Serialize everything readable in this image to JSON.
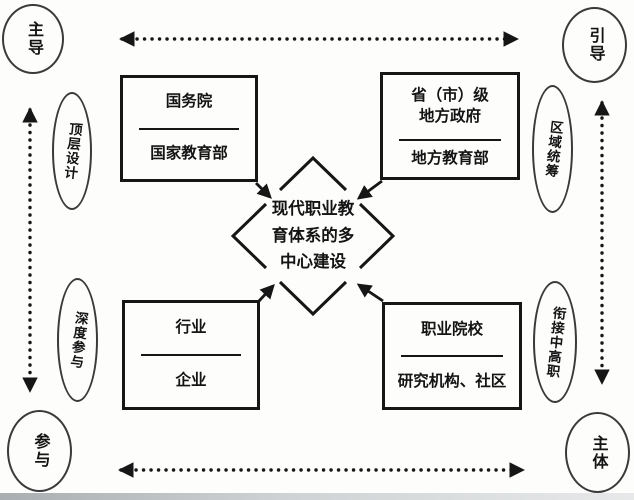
{
  "diagram": {
    "center": {
      "text": "现代职业教\n育体系的多\n中心建设"
    },
    "boxes": {
      "top_left": {
        "primary": "国务院",
        "secondary": "国家教育部"
      },
      "top_right": {
        "primary": "省（市）级\n地方政府",
        "secondary": "地方教育部"
      },
      "bottom_left": {
        "primary": "行业",
        "secondary": "企业"
      },
      "bottom_right": {
        "primary": "职业院校",
        "secondary": "研究机构、社区"
      }
    },
    "ellipses": {
      "top_left": "主导",
      "top_right": "引导",
      "bottom_left": "参与",
      "bottom_right": "主体",
      "left_upper": "顶层设计",
      "left_lower": "深度参与",
      "right_upper": "区域统筹",
      "right_lower": "衔接中高职"
    },
    "colors": {
      "ink": "#161616",
      "background": "#fdfdfc"
    }
  }
}
